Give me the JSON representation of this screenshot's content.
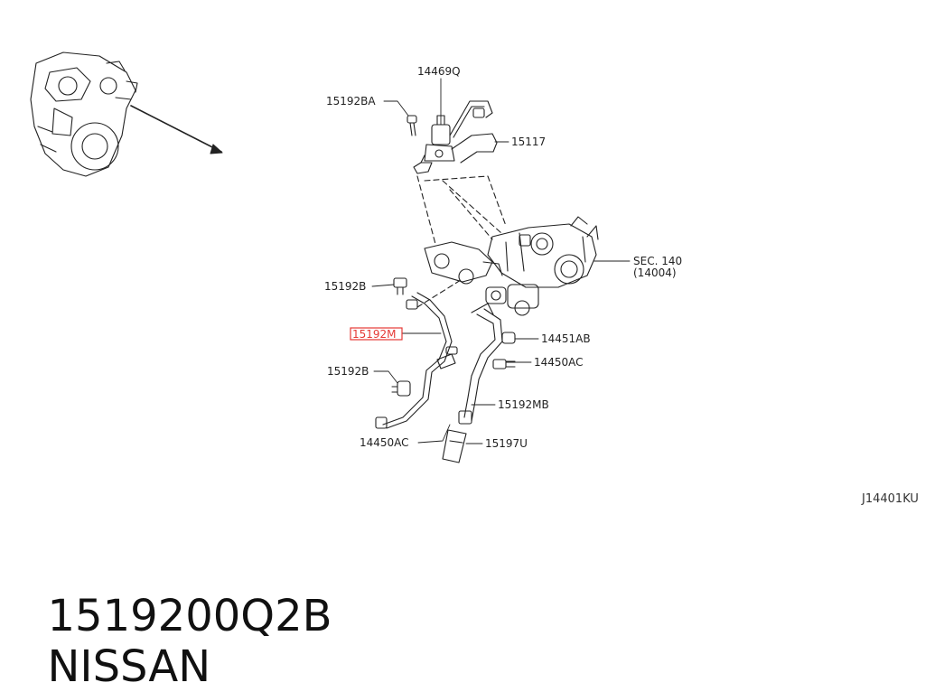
{
  "callouts": {
    "c14469Q": "14469Q",
    "c15192BA": "15192BA",
    "c15117": "15117",
    "cSEC140": "SEC. 140",
    "c14004": "(14004)",
    "c15192B_top": "15192B",
    "c15192M": "15192M",
    "c14451AB": "14451AB",
    "c14450AC_right": "14450AC",
    "c15192B_bottom": "15192B",
    "c15192MB": "15192MB",
    "c14450AC_bottom": "14450AC",
    "c15197U": "15197U"
  },
  "diagram_ref": "J14401KU",
  "footer": {
    "part_number": "1519200Q2B",
    "brand": "NISSAN"
  },
  "highlight_color": "#e53935"
}
